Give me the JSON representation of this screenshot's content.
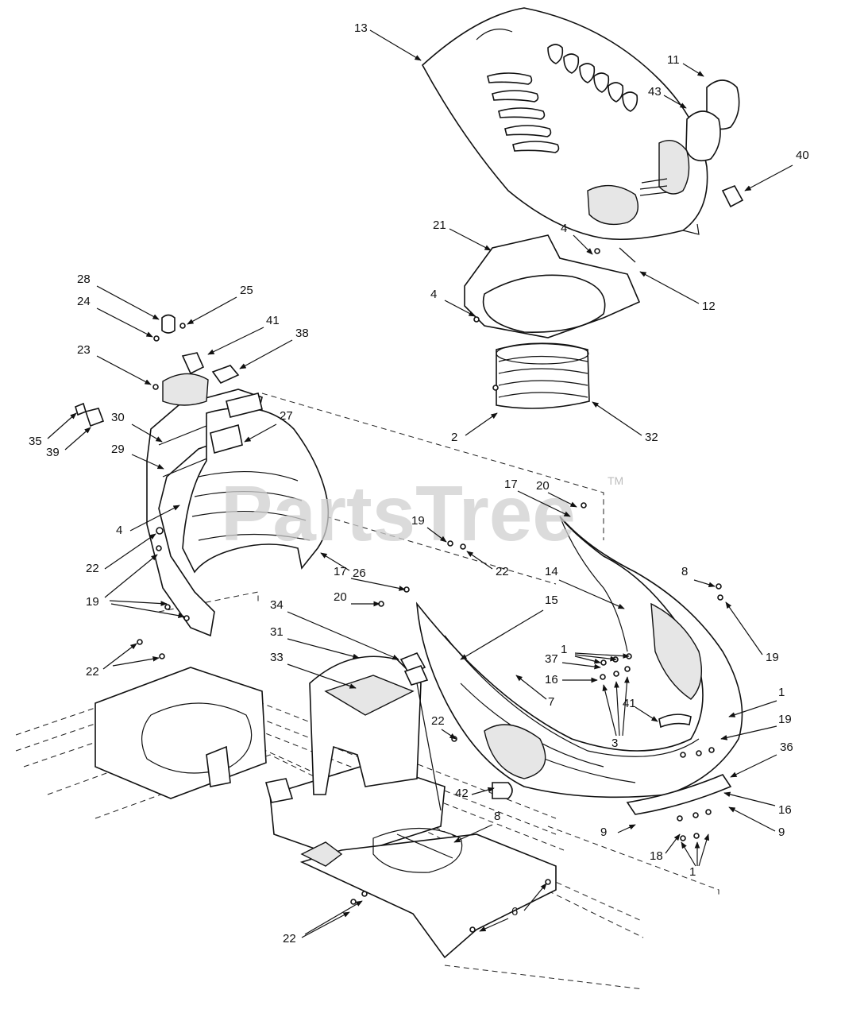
{
  "watermark": {
    "text": "PartsTree",
    "mark": "TM"
  },
  "callouts": [
    "13",
    "11",
    "43",
    "40",
    "21",
    "4",
    "12",
    "4",
    "2",
    "32",
    "28",
    "25",
    "24",
    "41",
    "38",
    "23",
    "35",
    "39",
    "30",
    "27",
    "29",
    "4",
    "26",
    "22",
    "19",
    "22",
    "17",
    "20",
    "19",
    "22",
    "20",
    "17",
    "34",
    "31",
    "33",
    "14",
    "15",
    "8",
    "19",
    "1",
    "37",
    "16",
    "7",
    "41",
    "3",
    "1",
    "19",
    "36",
    "22",
    "42",
    "8",
    "9",
    "18",
    "16",
    "9",
    "1",
    "6",
    "22"
  ]
}
